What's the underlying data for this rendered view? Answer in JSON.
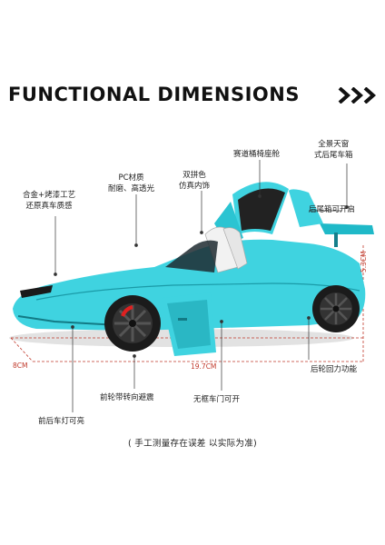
{
  "heading": "FUNCTIONAL DIMENSIONS",
  "labels": {
    "alloy": [
      "合金+烤漆工艺",
      "还原真车质感"
    ],
    "pc": [
      "PC材质",
      "耐磨、高透光"
    ],
    "interior": [
      "双拼色",
      "仿真内饰"
    ],
    "seat": [
      "赛道桶椅座舱"
    ],
    "sunroof": [
      "全景天窗",
      "式后尾车箱"
    ],
    "trunk": [
      "后尾箱可开启"
    ],
    "rear_wheel": [
      "后轮回力功能"
    ],
    "front_wheel": [
      "前轮带转向避震"
    ],
    "door": [
      "无框车门可开"
    ],
    "lights": [
      "前后车灯可亮"
    ]
  },
  "dimensions": {
    "width": "8CM",
    "length": "19.7CM",
    "height": "5.3CM"
  },
  "footnote": "( 手工测量存在误差 以实际为准)",
  "colors": {
    "car_body": "#3fd3e0",
    "dim_line": "#c0392b"
  },
  "icons": [
    "chevron-right-icon"
  ]
}
